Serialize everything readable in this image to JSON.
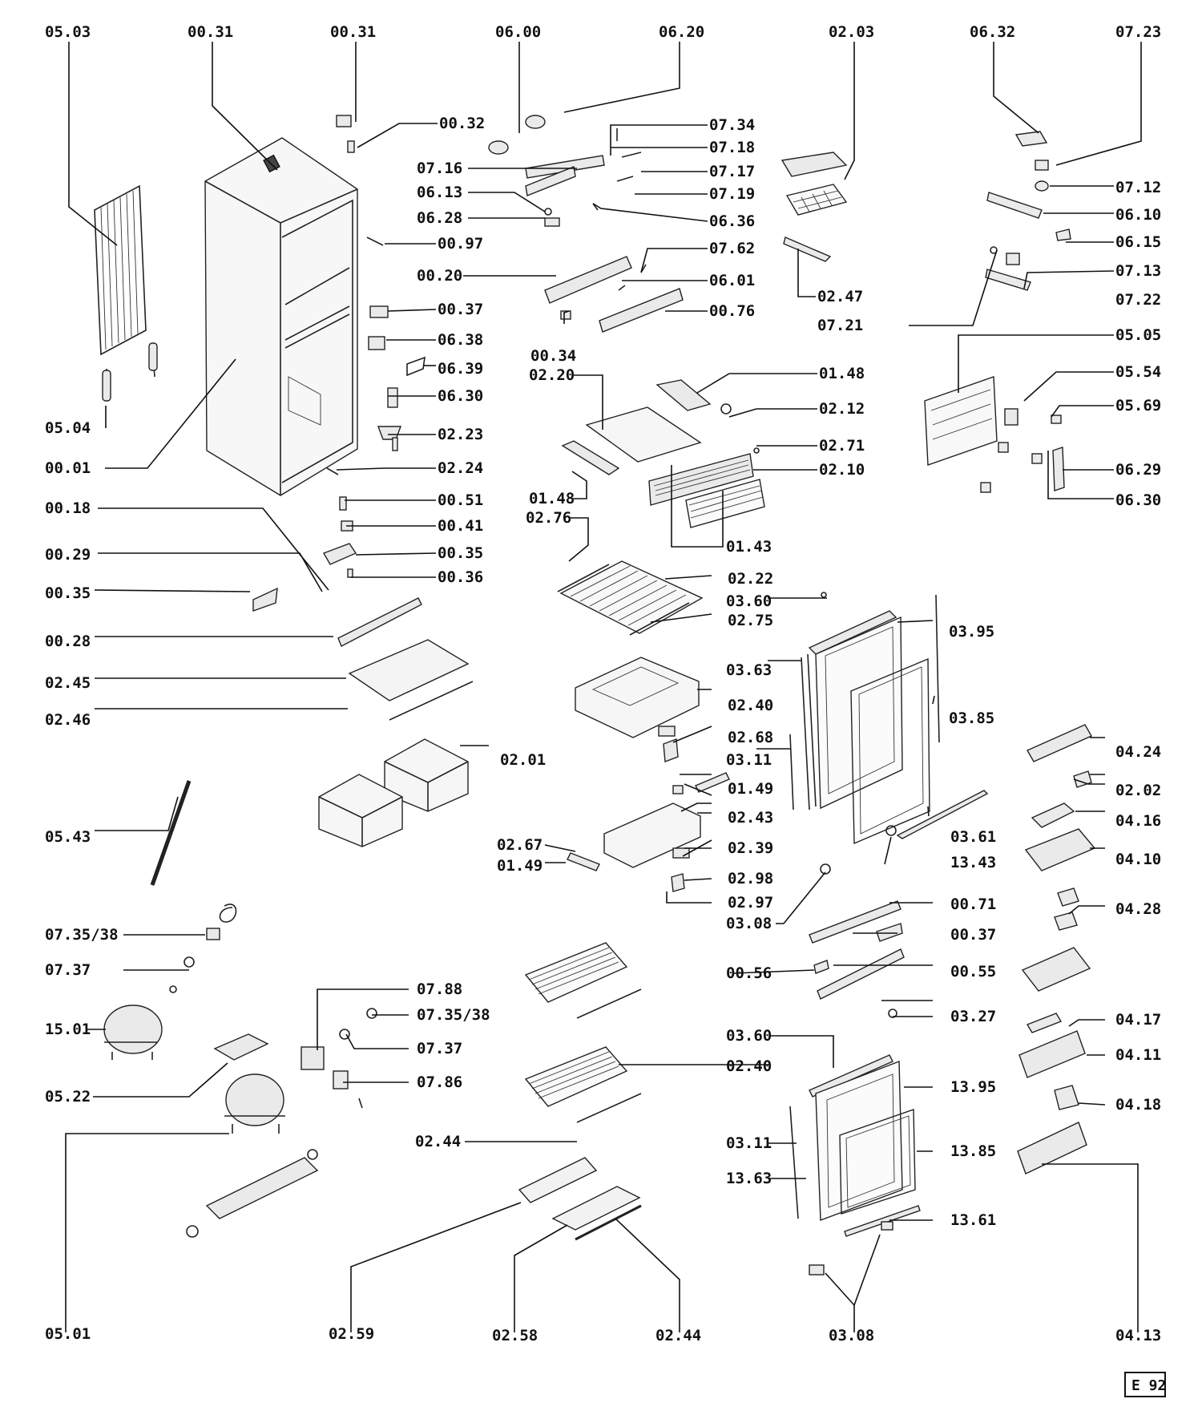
{
  "page_code": "E 92",
  "callouts": [
    {
      "id": "0503",
      "text": "05.03"
    },
    {
      "id": "0031a",
      "text": "00.31"
    },
    {
      "id": "0031b",
      "text": "00.31"
    },
    {
      "id": "0600",
      "text": "06.00"
    },
    {
      "id": "0620",
      "text": "06.20"
    },
    {
      "id": "0203",
      "text": "02.03"
    },
    {
      "id": "0632",
      "text": "06.32"
    },
    {
      "id": "0723",
      "text": "07.23"
    },
    {
      "id": "0032",
      "text": "00.32"
    },
    {
      "id": "0734",
      "text": "07.34"
    },
    {
      "id": "0718",
      "text": "07.18"
    },
    {
      "id": "0716",
      "text": "07.16"
    },
    {
      "id": "0717",
      "text": "07.17"
    },
    {
      "id": "0613",
      "text": "06.13"
    },
    {
      "id": "0719",
      "text": "07.19"
    },
    {
      "id": "0712",
      "text": "07.12"
    },
    {
      "id": "0628",
      "text": "06.28"
    },
    {
      "id": "0636",
      "text": "06.36"
    },
    {
      "id": "0610",
      "text": "06.10"
    },
    {
      "id": "0097",
      "text": "00.97"
    },
    {
      "id": "0762",
      "text": "07.62"
    },
    {
      "id": "0615",
      "text": "06.15"
    },
    {
      "id": "0713",
      "text": "07.13"
    },
    {
      "id": "0020",
      "text": "00.20"
    },
    {
      "id": "0601",
      "text": "06.01"
    },
    {
      "id": "0247",
      "text": "02.47"
    },
    {
      "id": "0722",
      "text": "07.22"
    },
    {
      "id": "0037a",
      "text": "00.37"
    },
    {
      "id": "0076",
      "text": "00.76"
    },
    {
      "id": "0721",
      "text": "07.21"
    },
    {
      "id": "0638",
      "text": "06.38"
    },
    {
      "id": "0034",
      "text": "00.34"
    },
    {
      "id": "0505",
      "text": "05.05"
    },
    {
      "id": "0639",
      "text": "06.39"
    },
    {
      "id": "0220",
      "text": "02.20"
    },
    {
      "id": "0148a",
      "text": "01.48"
    },
    {
      "id": "0554",
      "text": "05.54"
    },
    {
      "id": "0630a",
      "text": "06.30"
    },
    {
      "id": "0212",
      "text": "02.12"
    },
    {
      "id": "0569",
      "text": "05.69"
    },
    {
      "id": "0504",
      "text": "05.04"
    },
    {
      "id": "0223",
      "text": "02.23"
    },
    {
      "id": "0271",
      "text": "02.71"
    },
    {
      "id": "0001",
      "text": "00.01"
    },
    {
      "id": "0224",
      "text": "02.24"
    },
    {
      "id": "0210",
      "text": "02.10"
    },
    {
      "id": "0629",
      "text": "06.29"
    },
    {
      "id": "0148b",
      "text": "01.48"
    },
    {
      "id": "0051",
      "text": "00.51"
    },
    {
      "id": "0630b",
      "text": "06.30"
    },
    {
      "id": "0018",
      "text": "00.18"
    },
    {
      "id": "0276",
      "text": "02.76"
    },
    {
      "id": "0041",
      "text": "00.41"
    },
    {
      "id": "0143",
      "text": "01.43"
    },
    {
      "id": "0029",
      "text": "00.29"
    },
    {
      "id": "0035a",
      "text": "00.35"
    },
    {
      "id": "0036",
      "text": "00.36"
    },
    {
      "id": "0222",
      "text": "02.22"
    },
    {
      "id": "0035b",
      "text": "00.35"
    },
    {
      "id": "0360a",
      "text": "03.60"
    },
    {
      "id": "0275",
      "text": "02.75"
    },
    {
      "id": "0395",
      "text": "03.95"
    },
    {
      "id": "0028",
      "text": "00.28"
    },
    {
      "id": "0363",
      "text": "03.63"
    },
    {
      "id": "0245",
      "text": "02.45"
    },
    {
      "id": "0240a",
      "text": "02.40"
    },
    {
      "id": "0246",
      "text": "02.46"
    },
    {
      "id": "0385",
      "text": "03.85"
    },
    {
      "id": "0268",
      "text": "02.68"
    },
    {
      "id": "0424",
      "text": "04.24"
    },
    {
      "id": "0311a",
      "text": "03.11"
    },
    {
      "id": "0201",
      "text": "02.01"
    },
    {
      "id": "0149a",
      "text": "01.49"
    },
    {
      "id": "0202",
      "text": "02.02"
    },
    {
      "id": "0243",
      "text": "02.43"
    },
    {
      "id": "0416",
      "text": "04.16"
    },
    {
      "id": "0543",
      "text": "05.43"
    },
    {
      "id": "0361",
      "text": "03.61"
    },
    {
      "id": "0267",
      "text": "02.67"
    },
    {
      "id": "0239",
      "text": "02.39"
    },
    {
      "id": "0410",
      "text": "04.10"
    },
    {
      "id": "0149b",
      "text": "01.49"
    },
    {
      "id": "1343",
      "text": "13.43"
    },
    {
      "id": "0298",
      "text": "02.98"
    },
    {
      "id": "0297",
      "text": "02.97"
    },
    {
      "id": "0071",
      "text": "00.71"
    },
    {
      "id": "0428",
      "text": "04.28"
    },
    {
      "id": "0308a",
      "text": "03.08"
    },
    {
      "id": "073538a",
      "text": "07.35/38"
    },
    {
      "id": "0037b",
      "text": "00.37"
    },
    {
      "id": "0737a",
      "text": "07.37"
    },
    {
      "id": "0056",
      "text": "00.56"
    },
    {
      "id": "0055",
      "text": "00.55"
    },
    {
      "id": "0788",
      "text": "07.88"
    },
    {
      "id": "073538b",
      "text": "07.35/38"
    },
    {
      "id": "0327",
      "text": "03.27"
    },
    {
      "id": "0417",
      "text": "04.17"
    },
    {
      "id": "1501",
      "text": "15.01"
    },
    {
      "id": "0737b",
      "text": "07.37"
    },
    {
      "id": "0360b",
      "text": "03.60"
    },
    {
      "id": "0411",
      "text": "04.11"
    },
    {
      "id": "0240b",
      "text": "02.40"
    },
    {
      "id": "0786",
      "text": "07.86"
    },
    {
      "id": "1395",
      "text": "13.95"
    },
    {
      "id": "0522",
      "text": "05.22"
    },
    {
      "id": "0418",
      "text": "04.18"
    },
    {
      "id": "0244a",
      "text": "02.44"
    },
    {
      "id": "0311b",
      "text": "03.11"
    },
    {
      "id": "1385",
      "text": "13.85"
    },
    {
      "id": "1363",
      "text": "13.63"
    },
    {
      "id": "1361",
      "text": "13.61"
    },
    {
      "id": "0501",
      "text": "05.01"
    },
    {
      "id": "0259",
      "text": "02.59"
    },
    {
      "id": "0258",
      "text": "02.58"
    },
    {
      "id": "0244b",
      "text": "02.44"
    },
    {
      "id": "0308b",
      "text": "03.08"
    },
    {
      "id": "0413",
      "text": "04.13"
    }
  ]
}
